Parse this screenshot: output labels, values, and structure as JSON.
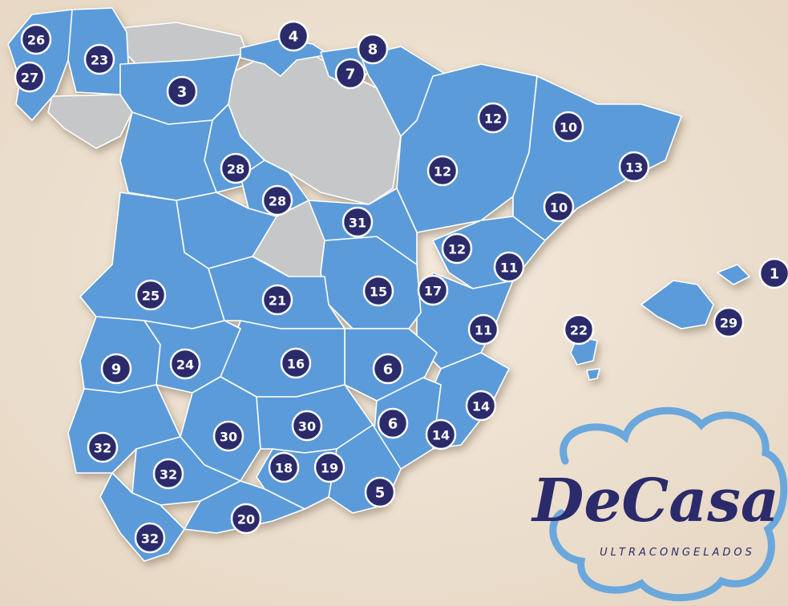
{
  "brand": {
    "name": "DeCasa",
    "tagline": "ULTRACONGELADOS"
  },
  "colors": {
    "background": "#efe3d3",
    "covered": "#5b9bd9",
    "not_covered": "#c6c7c9",
    "marker": "#2b2a6b",
    "border": "#ffffff",
    "logo_cloud": "#6aa7dc"
  },
  "zones": [
    "1",
    "3",
    "4",
    "5",
    "6",
    "6",
    "7",
    "8",
    "9",
    "10",
    "10",
    "11",
    "11",
    "12",
    "12",
    "12",
    "13",
    "14",
    "14",
    "15",
    "16",
    "17",
    "18",
    "19",
    "20",
    "21",
    "22",
    "23",
    "24",
    "25",
    "26",
    "27",
    "28",
    "28",
    "29",
    "30",
    "30",
    "31",
    "32",
    "32",
    "32"
  ]
}
